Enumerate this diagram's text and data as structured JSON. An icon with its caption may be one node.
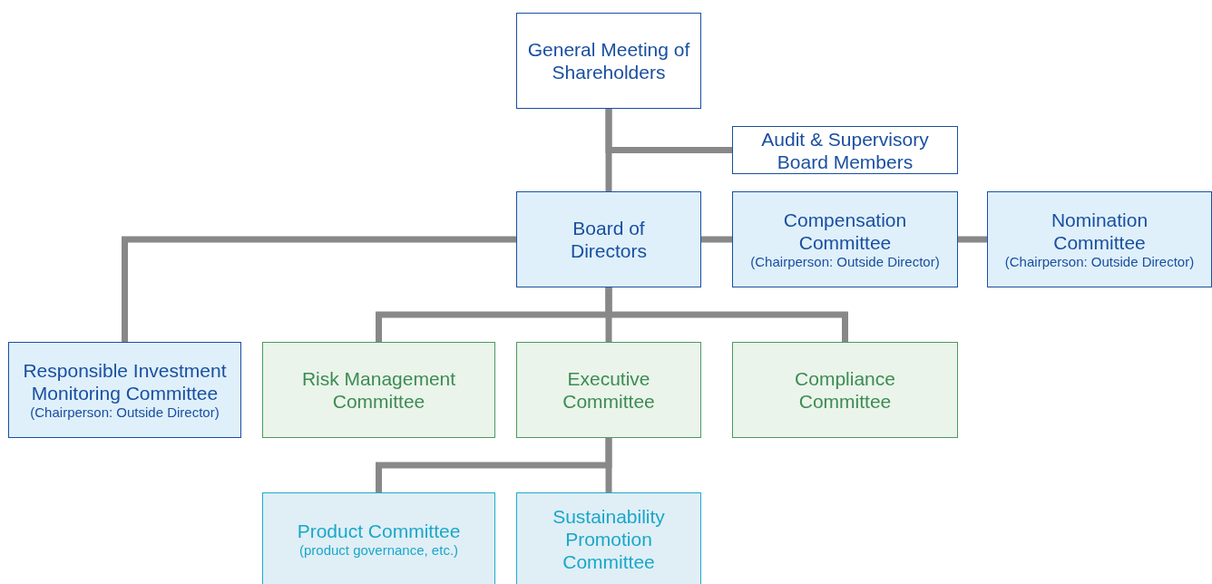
{
  "diagram": {
    "nodes": [
      {
        "text": [
          "General Meeting of Shareholders"
        ]
      },
      {
        "text": [
          "Audit & Supervisory Board Members"
        ]
      },
      {
        "text": [
          "Board of Directors"
        ]
      },
      {
        "text": [
          "Compensation Committee",
          "(Chairperson: Outside Director)"
        ]
      },
      {
        "text": [
          "Nomination Committee",
          "(Chairperson: Outside Director)"
        ]
      },
      {
        "text": [
          "Responsible Investment Monitoring Committee",
          "(Chairperson: Outside Director)"
        ]
      },
      {
        "text": [
          "Risk Management Committee"
        ]
      },
      {
        "text": [
          "Executive Committee"
        ]
      },
      {
        "text": [
          "Compliance Committee"
        ]
      },
      {
        "text": [
          "Product Committee",
          "(product governance, etc.)"
        ]
      },
      {
        "text": [
          "Sustainability Promotion Committee"
        ]
      }
    ],
    "edges": [
      {
        "from": 0,
        "to": 2,
        "arrow": "none"
      },
      {
        "from": 0,
        "to": 1,
        "arrow": "none"
      },
      {
        "from": 2,
        "to": 3,
        "arrow": "none"
      },
      {
        "from": 3,
        "to": 4,
        "arrow": "none"
      },
      {
        "from": 2,
        "to": 5,
        "arrow": "none"
      },
      {
        "from": 2,
        "to": 6,
        "arrow": "none"
      },
      {
        "from": 2,
        "to": 7,
        "arrow": "none"
      },
      {
        "from": 2,
        "to": 8,
        "arrow": "none"
      },
      {
        "from": 7,
        "to": 9,
        "arrow": "none"
      },
      {
        "from": 7,
        "to": 10,
        "arrow": "none"
      }
    ]
  }
}
